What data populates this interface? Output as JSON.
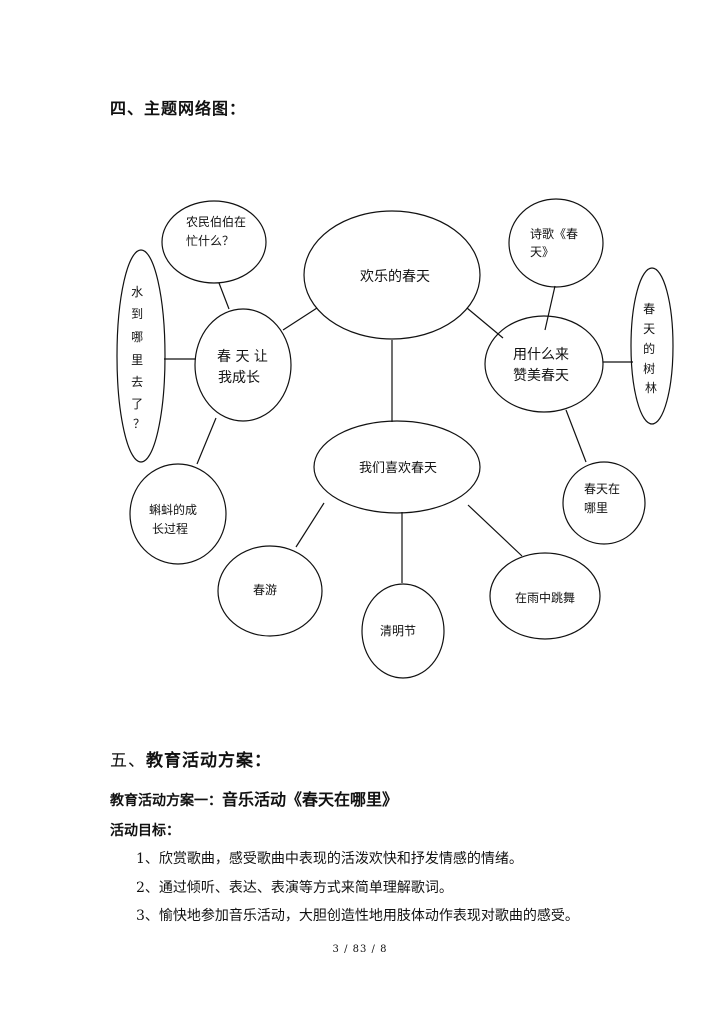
{
  "section4_heading": "四、主题网络图：",
  "mindmap": {
    "center": "欢乐的春天",
    "growth": {
      "l1": "春 天 让",
      "l2": "我成长"
    },
    "praise": {
      "l1": "用什么来",
      "l2": "赞美春天"
    },
    "like": "我们喜欢春天",
    "farmer": {
      "l1": "农民伯伯在",
      "l2": "忙什么？"
    },
    "water": [
      "水",
      "到",
      "哪",
      "里",
      "去",
      "了",
      "？"
    ],
    "tadpole": {
      "l1": "蝌蚪的成",
      "l2": "长过程"
    },
    "poem": {
      "l1": "诗歌《春",
      "l2": "天》"
    },
    "woods": [
      "春",
      "天",
      "的",
      "树",
      "林"
    ],
    "where": {
      "l1": "春天在",
      "l2": "哪里"
    },
    "outing": "春游",
    "qingming": "清明节",
    "dance": "在雨中跳舞"
  },
  "section5": {
    "prefix": "五、",
    "title": "教育活动方案："
  },
  "plan": {
    "prefix": "教育活动方案一：",
    "title": "音乐活动《春天在哪里》"
  },
  "goal_label": "活动目标：",
  "goals": [
    "1、欣赏歌曲，感受歌曲中表现的活泼欢快和抒发情感的情绪。",
    "2、通过倾听、表达、表演等方式来简单理解歌词。",
    "3、愉快地参加音乐活动，大胆创造性地用肢体动作表现对歌曲的感受。"
  ],
  "page_number": "3 / 83 / 8"
}
